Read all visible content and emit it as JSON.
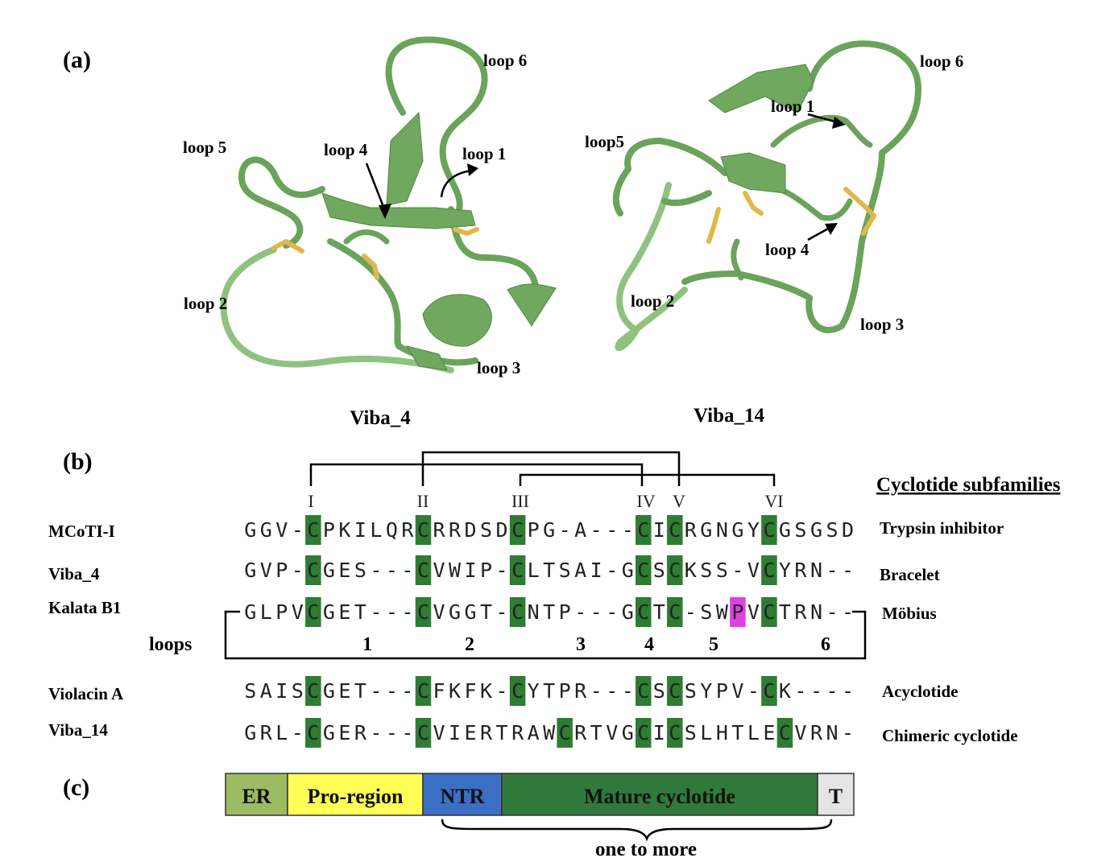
{
  "panel_a": {
    "label": "(a)",
    "viba4": {
      "title": "Viba_4",
      "loops": [
        "loop 1",
        "loop 2",
        "loop 3",
        "loop 4",
        "loop 5",
        "loop 6"
      ]
    },
    "viba14": {
      "title": "Viba_14",
      "loops": [
        "loop 1",
        "loop 2",
        "loop 3",
        "loop 4",
        "loop5",
        "loop 6"
      ]
    }
  },
  "panel_b": {
    "label": "(b)",
    "subfamilies_header": "Cyclotide subfamilies",
    "cysteine_numerals": [
      "I",
      "II",
      "III",
      "IV",
      "V",
      "VI"
    ],
    "loops_label": "loops",
    "loop_numbers": [
      "1",
      "2",
      "3",
      "4",
      "5",
      "6"
    ],
    "cys_color": "#2e7d32",
    "highlight_color": "#e040e0",
    "sequences": [
      {
        "name": "MCoTI-I",
        "seq": "GGV-CPKILQRCRRDSDCPG-A---CICRGNGYCGSGSD",
        "family": "Trypsin inhibitor"
      },
      {
        "name": "Viba_4",
        "seq": "GVP-CGES---CVWIP-CLTSAI-GCSCKSS-VCYRN--",
        "family": "Bracelet"
      },
      {
        "name": "Kalata B1",
        "seq": "GLPVCGET---CVGGT-CNTP---GCTC-SWPVCTRN--",
        "family": "Möbius"
      },
      {
        "name": "Violacin A",
        "seq": "SAISCGET---CFKFK-CYTPR---CSCSYPV-CK----",
        "family": "Acyclotide"
      },
      {
        "name": "Viba_14",
        "seq": "GRL-CGER---CVIERTRAWCRTVGCICSLHTLECVRN-",
        "family": "Chimeric cyclotide"
      }
    ]
  },
  "panel_c": {
    "label": "(c)",
    "segments": [
      {
        "name": "ER",
        "color": "#9dbb63"
      },
      {
        "name": "Pro-region",
        "color": "#ffff55"
      },
      {
        "name": "NTR",
        "color": "#3a6fc4"
      },
      {
        "name": "Mature cyclotide",
        "color": "#2f7a3b"
      },
      {
        "name": "T",
        "color": "#e4e4e4"
      }
    ],
    "brace_label": "one to more"
  }
}
